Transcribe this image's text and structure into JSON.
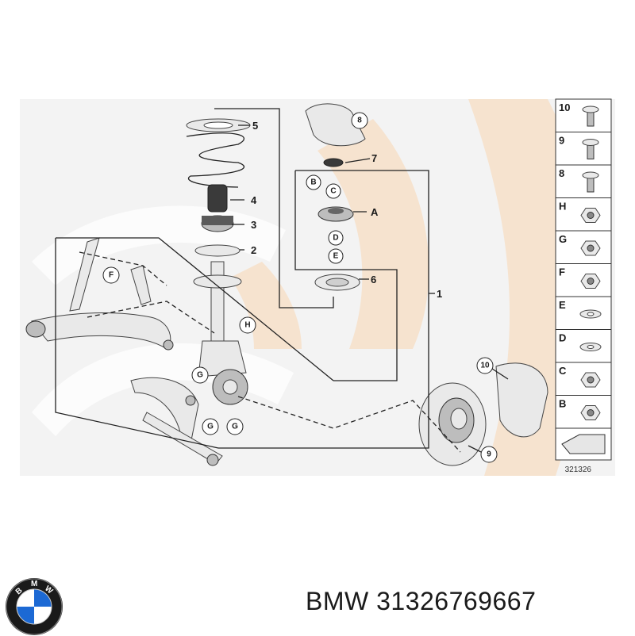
{
  "diagram": {
    "part_labels": {
      "p1": "1",
      "p2": "2",
      "p3": "3",
      "p4": "4",
      "p5": "5",
      "p6": "6",
      "p7": "7"
    },
    "callouts": {
      "c8": "8",
      "c9": "9",
      "c10": "10",
      "cA": "A",
      "cB": "B",
      "cC": "C",
      "cD": "D",
      "cE": "E",
      "cF": "F",
      "cG1": "G",
      "cG2": "G",
      "cG3": "G",
      "cH": "H"
    },
    "legend": [
      "10",
      "9",
      "8",
      "H",
      "G",
      "F",
      "E",
      "D",
      "C",
      "B"
    ],
    "diagram_number": "321326"
  },
  "brand": {
    "caption": "BMW 31326769667",
    "logo_letters": [
      "B",
      "M",
      "W"
    ],
    "colors": {
      "blue": "#1c69d4",
      "dark": "#1a1a1a"
    }
  },
  "watermark_color": "#f6e3cf"
}
